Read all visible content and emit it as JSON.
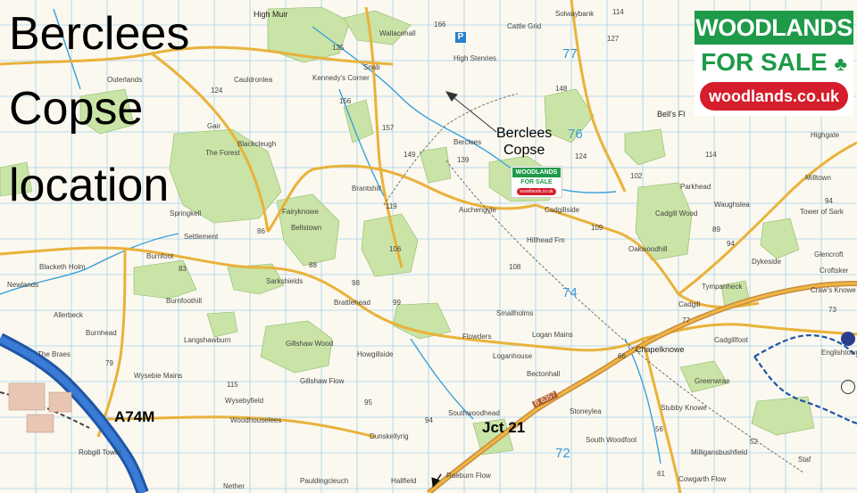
{
  "title_lines": [
    "Berclees",
    "Copse",
    "location"
  ],
  "callout": {
    "line1": "Berclees",
    "line2": "Copse"
  },
  "brand": {
    "line1": "WOODLANDS",
    "line2": "FOR SALE",
    "url": "woodlands.co.uk"
  },
  "mini_sign": {
    "line1": "WOODLANDS",
    "line2": "FOR SALE",
    "line3": "woodlands.co.uk"
  },
  "roads": {
    "motorway": "A74M",
    "junction": "Jct 21",
    "b_road": "B 6357"
  },
  "grid_numbers": {
    "n77": "77",
    "n76": "76",
    "n74": "74",
    "n72": "72"
  },
  "places": {
    "high_muir": "High Muir",
    "wallacehall": "Wallacehall",
    "cattle_grid": "Cattle Grid",
    "solwaybank": "Solwaybank",
    "high_stenries": "High Stenries",
    "snab": "Snab",
    "kennedys_corner": "Kennedy's Corner",
    "cauldronlea": "Cauldronlea",
    "outerlands": "Outerlands",
    "blackcleugh": "Blackcleugh",
    "gair": "Gair",
    "the_forest": "The Forest",
    "bells_flat": "Bell's Fl",
    "berclees": "Berclees",
    "highgate": "Highgate",
    "milltown": "Milltown",
    "parkhead": "Parkhead",
    "waughslea": "Waughslea",
    "tower_of_sark": "Tower of Sark",
    "brantshill": "Brantshill",
    "fairyknowe": "Fairyknowe",
    "bellstown": "Bellstown",
    "auchengyle": "Auchengyle",
    "cadgillside": "Cadgillside",
    "cadgill_wood": "Cadgill Wood",
    "hillhead_fm": "Hillhead Fm",
    "oakwoodhill": "Oakwoodhill",
    "dykeside": "Dykeside",
    "glencroft": "Glencroft",
    "croftsker": "Croftsker",
    "springkell": "Springkell",
    "settlement": "Settlement",
    "burnfoot": "Burnfoot",
    "blacketh_holm": "Blacketh Holm",
    "newlands": "Newlands",
    "sarkshields": "Sarkshields",
    "tympanheck": "Tympanheck",
    "craws_knowe": "Craw's Knowe",
    "burnfoothill": "Burnfoothill",
    "brattlehead": "Brattlehead",
    "smallholms": "Smallholms",
    "allerbeck": "Allerbeck",
    "cadgill": "Cadgill",
    "burnhead": "Burnhead",
    "langshawburn": "Langshawburn",
    "flowders": "Flowders",
    "logan_mains": "Logan Mains",
    "chapelknowe": "Chapelknowe",
    "cadgillfoot": "Cadgillfoot",
    "braes": "The Braes",
    "gillshaw_wood": "Gillshaw Wood",
    "howgillside": "Howgillside",
    "loganhouse": "Loganhouse",
    "englishtown": "Englishtown",
    "wysebie_mains": "Wysebie Mains",
    "gillshaw_flow": "Gillshaw Flow",
    "wysebyfield": "Wysebyfield",
    "becton_hall": "Bectonhall",
    "greenwrae": "Greenwrae",
    "southwoodhead": "Southwoodhead",
    "stoneylea": "Stoneylea",
    "stubby_knowe": "Stubby Knowe",
    "woodhouselees": "Woodhouselees",
    "dunskellyrig": "Dunskellyrig",
    "south_woodfoot": "South Woodfoot",
    "milligansbushfield": "Milligansbushfield",
    "robgill_tower": "Robgill Tower",
    "raeburn_flow": "Raeburn Flow",
    "cowgarth_flow": "Cowgarth Flow",
    "paulding_cleuch": "Pauldingcleuch",
    "hallfield": "Hallfield",
    "nether": "Nether",
    "staff": "Staf"
  },
  "spot_heights": {
    "h166": "166",
    "h135": "135",
    "h114": "114",
    "h127": "127",
    "h124a": "124",
    "h157": "157",
    "h149": "149",
    "h139": "139",
    "h148": "148",
    "h124b": "124",
    "h102": "102",
    "h114b": "114",
    "h94a": "94",
    "h119": "119",
    "h109": "109",
    "h89": "89",
    "h94b": "94",
    "h106": "106",
    "h108": "108",
    "h86": "86",
    "h83": "83",
    "h88": "88",
    "h99": "99",
    "h98": "98",
    "h79": "79",
    "h77": "77",
    "h73": "73",
    "h115": "115",
    "h95": "95",
    "h66": "66",
    "h94c": "94",
    "h52": "52",
    "h61": "61",
    "h56": "56",
    "h156": "156"
  }
}
